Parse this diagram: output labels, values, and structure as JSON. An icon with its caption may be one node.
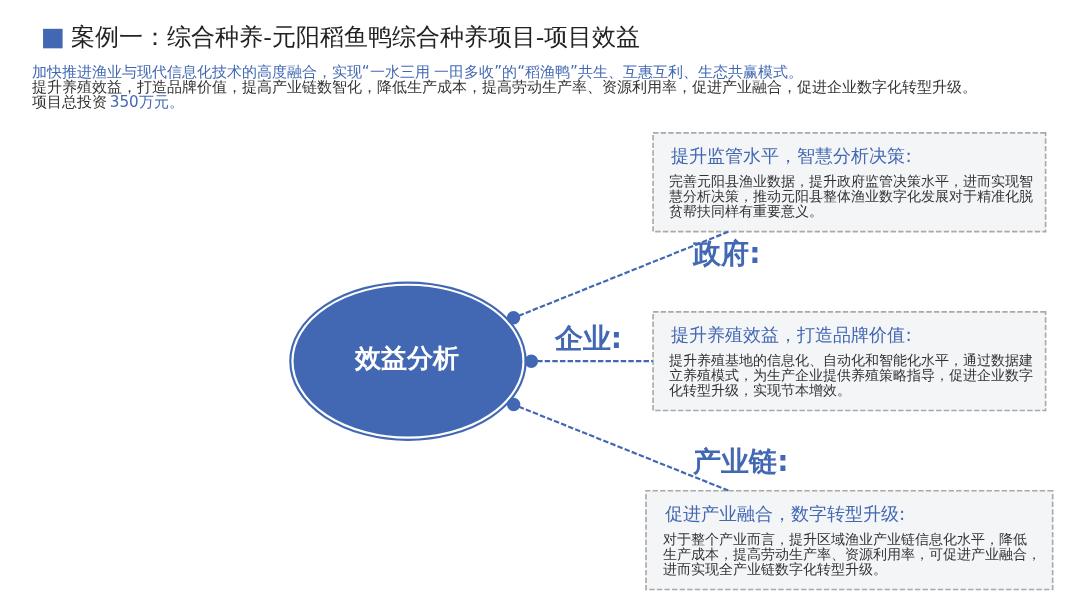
{
  "diagram": {
    "title": "案例一：综合种养-元阳稻鱼鸭综合种养项目-项目效益",
    "nodes": [
      {
        "text": [
          "效益分析"
        ]
      },
      {
        "text": [
          "提升监管水平，智慧分析决策:",
          "完善元阳县渔业数据，提升政府监管决策水平，进而实现智慧分析决策，推动元阳县整体渔业数字化发展对于精准化脱贫帮扶同样有重要意义。"
        ]
      },
      {
        "text": [
          "提升养殖效益，打造品牌价值:",
          "提升养殖基地的信息化、自动化和智能化水平，通过数据建立养殖模式，为生产企业提供养殖策略指导，促进企业数字化转型升级，实现节本增效。"
        ]
      },
      {
        "text": [
          "促进产业融合，数字转型升级:",
          "对于整个产业而言，提升区域渔业产业链信息化水平，降低生产成本，提高劳动生产率、资源利用率，可促进产业融合，进而实现全产业链数字化转型升级。"
        ]
      }
    ],
    "edges": [
      {
        "from": 0,
        "to": 1,
        "arrow": "other",
        "label": "政府:",
        "style": "dashed"
      },
      {
        "from": 0,
        "to": 2,
        "arrow": "other",
        "label": "企业:",
        "style": "dashed"
      },
      {
        "from": 0,
        "to": 3,
        "arrow": "other",
        "label": "产业链:",
        "style": "dashed"
      }
    ],
    "labels": [
      "加快推进渔业与现代信息化技术的高度融合，实现“一水三用 一田多收”的“稻渔鸭”共生、互惠互利、生态共赢模式。",
      "提升养殖效益，打造品牌价值，提高产业链数智化，降低生产成本，提高劳动生产率、资源利用率，促进产业融合，促进企业数字化转型升级。",
      "项目总投资",
      "350万元。"
    ]
  }
}
